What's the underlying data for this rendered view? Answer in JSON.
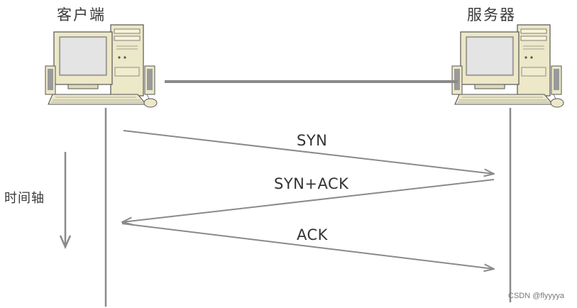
{
  "nodes": {
    "client": {
      "label": "客户端"
    },
    "server": {
      "label": "服务器"
    }
  },
  "time_axis": {
    "label": "时间轴"
  },
  "messages": [
    {
      "label": "SYN",
      "from": "client",
      "to": "server"
    },
    {
      "label": "SYN+ACK",
      "from": "server",
      "to": "client"
    },
    {
      "label": "ACK",
      "from": "client",
      "to": "server"
    }
  ],
  "watermark": "CSDN @flyyyya",
  "colors": {
    "line": "#8a8a8a",
    "computer_case": "#ece8c8",
    "monitor_screen": "#d8d8d8"
  }
}
